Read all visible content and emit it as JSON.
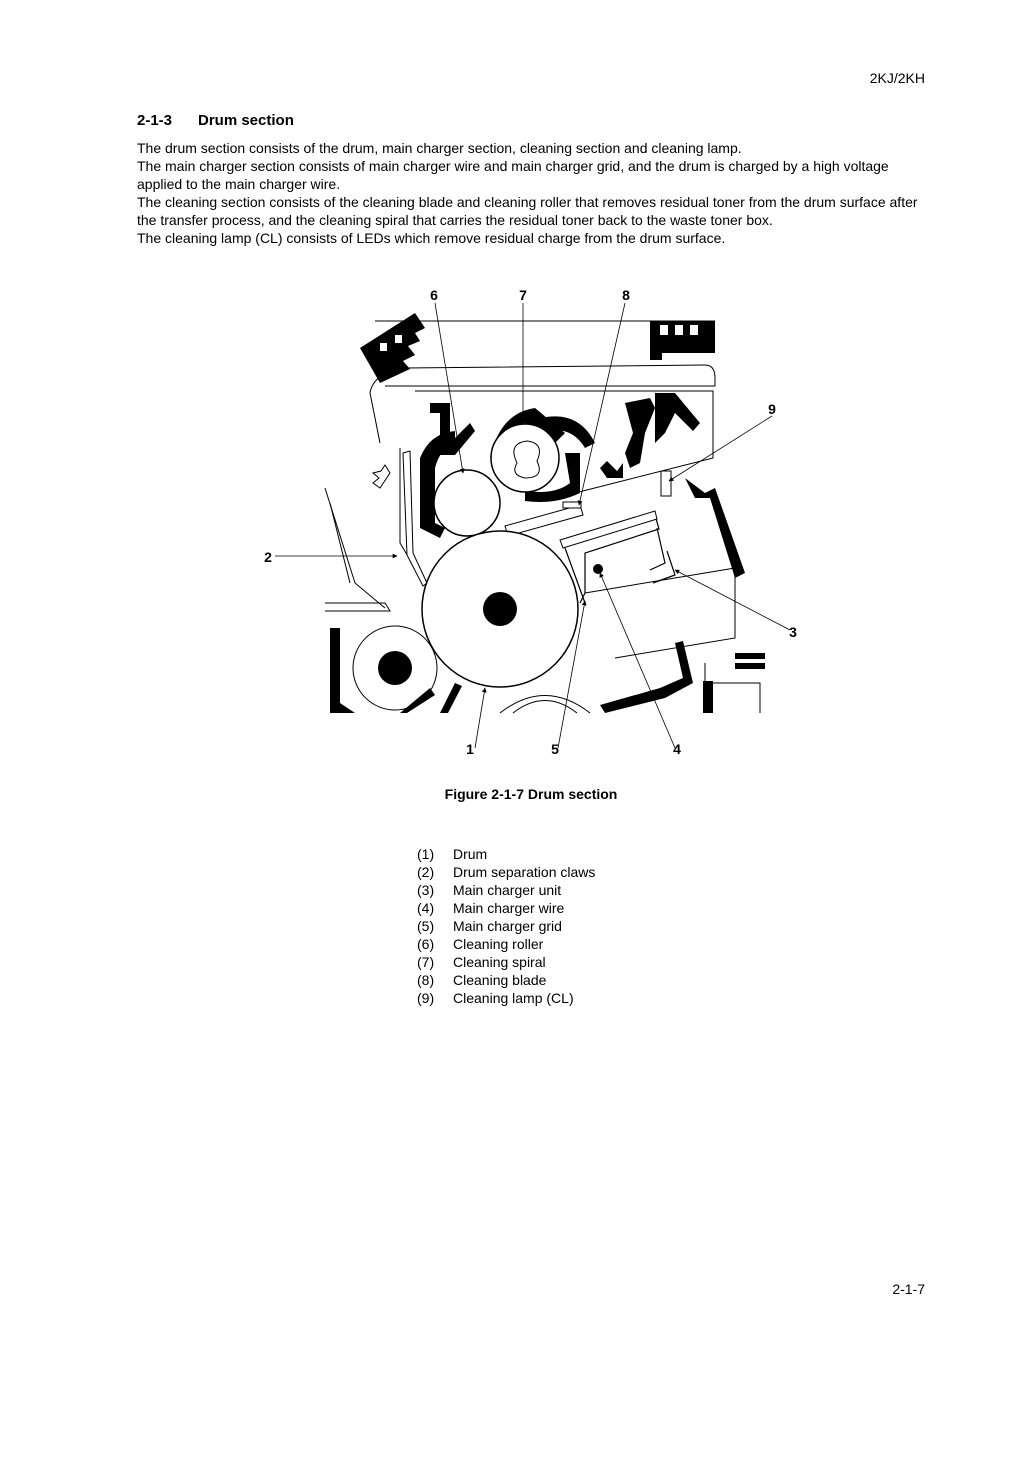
{
  "header": {
    "code": "2KJ/2KH"
  },
  "section": {
    "number": "2-1-3",
    "title": "Drum section"
  },
  "paragraphs": [
    "The drum section consists of the drum, main charger section, cleaning section and cleaning lamp.",
    "The main charger section consists of main charger wire and main charger grid, and the drum is charged by a high voltage applied to the main charger wire.",
    "The cleaning section consists of the cleaning blade and cleaning roller that removes residual toner from the drum surface after the transfer process, and the cleaning spiral that carries the residual toner back to the waste toner box.",
    "The cleaning lamp (CL) consists of LEDs which remove residual charge from the drum surface."
  ],
  "figure": {
    "callouts": [
      "6",
      "7",
      "8",
      "9",
      "2",
      "3",
      "1",
      "5",
      "4"
    ],
    "caption": "Figure 2-1-7 Drum section"
  },
  "legend": [
    {
      "index": "(1)",
      "label": "Drum"
    },
    {
      "index": "(2)",
      "label": "Drum separation claws"
    },
    {
      "index": "(3)",
      "label": "Main charger unit"
    },
    {
      "index": "(4)",
      "label": "Main charger wire"
    },
    {
      "index": "(5)",
      "label": "Main charger grid"
    },
    {
      "index": "(6)",
      "label": "Cleaning roller"
    },
    {
      "index": "(7)",
      "label": "Cleaning spiral"
    },
    {
      "index": "(8)",
      "label": "Cleaning blade"
    },
    {
      "index": "(9)",
      "label": "Cleaning lamp (CL)"
    }
  ],
  "footer": {
    "page_number": "2-1-7"
  }
}
